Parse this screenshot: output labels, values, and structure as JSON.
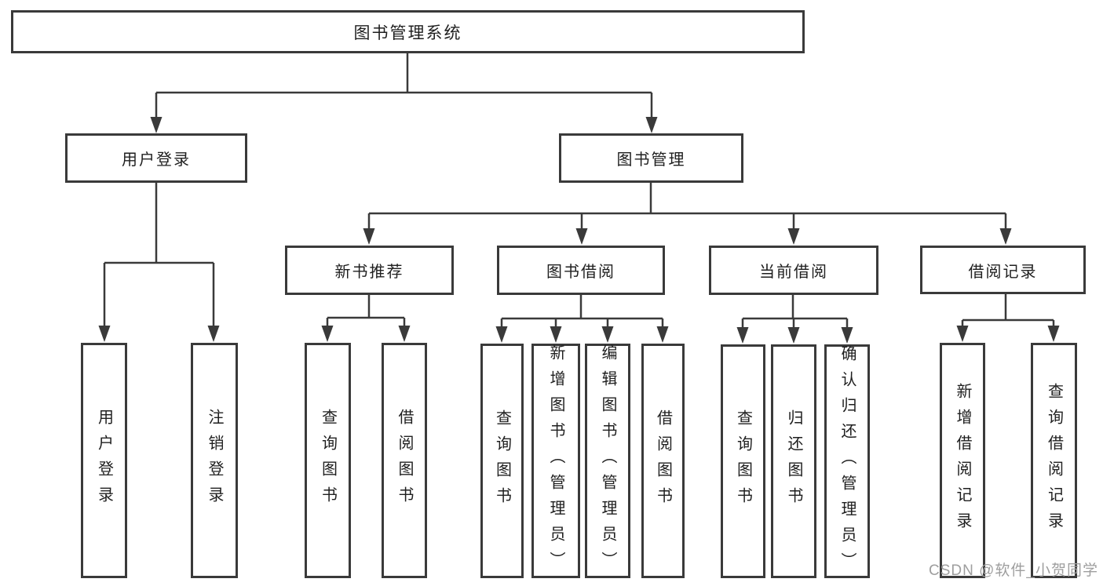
{
  "diagram": {
    "title": "图书管理系统",
    "colors": {
      "line": "#3a3a3a",
      "text": "#1f1f1f",
      "watermark": "#9e9e9e",
      "background": "#ffffff"
    },
    "nodes": {
      "root": "图书管理系统",
      "user_login": "用户登录",
      "book_management": "图书管理",
      "new_book_recommend": "新书推荐",
      "book_borrow": "图书借阅",
      "current_borrow": "当前借阅",
      "borrow_records": "借阅记录",
      "leaf_user_login": "用户登录",
      "leaf_logout": "注销登录",
      "leaf_query_books_recommend": "查询图书",
      "leaf_borrow_books_recommend": "借阅图书",
      "leaf_query_books_borrow": "查询图书",
      "leaf_add_book_admin": "新增图书（管理员）",
      "leaf_edit_book_admin": "编辑图书（管理员）",
      "leaf_borrow_books_borrow": "借阅图书",
      "leaf_query_books_current": "查询图书",
      "leaf_return_book": "归还图书",
      "leaf_confirm_return_admin": "确认归还（管理员）",
      "leaf_add_borrow_record": "新增借阅记录",
      "leaf_query_borrow_record": "查询借阅记录"
    }
  },
  "watermark": {
    "text": "CSDN @软件_小贺同学"
  }
}
